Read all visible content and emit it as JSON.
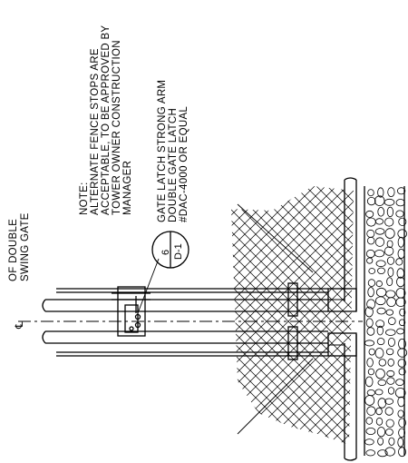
{
  "centerline": {
    "symbol": "℄",
    "lines": [
      "OF DOUBLE",
      "SWING GATE"
    ]
  },
  "note": {
    "lines": [
      "NOTE:",
      "ALTERNATE FENCE STOPS ARE",
      "ACCEPTABLE, TO BE APPROVED BY",
      "TOWER OWNER CONSTRUCTION",
      "MANAGER"
    ]
  },
  "latch": {
    "lines": [
      "GATE LATCH STRONG ARM",
      "DOUBLE GATE LATCH",
      "#DAC-4000 OR EQUAL"
    ]
  },
  "detail_tag": {
    "number": "6",
    "sheet": "D-1"
  }
}
